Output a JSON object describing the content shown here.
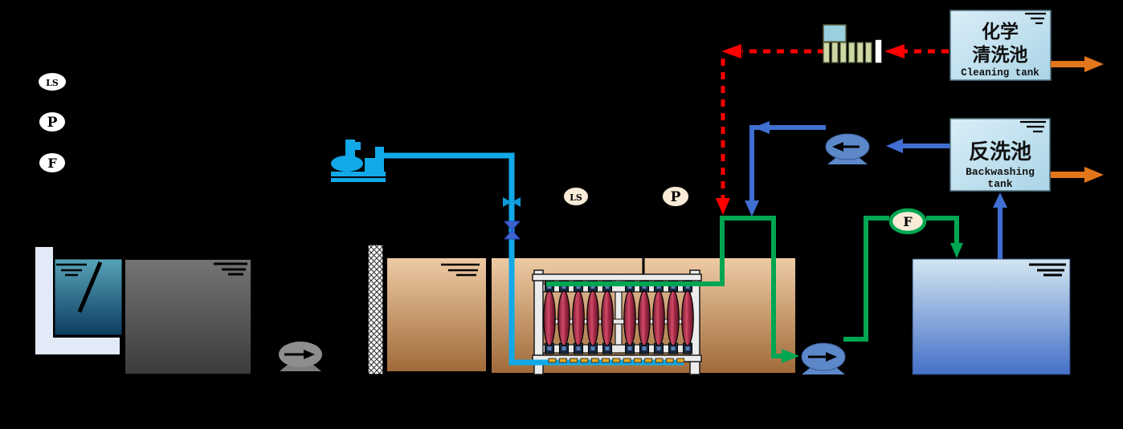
{
  "legend": {
    "items": [
      {
        "symbol": "LS"
      },
      {
        "symbol": "P"
      },
      {
        "symbol": "F"
      }
    ]
  },
  "instruments": {
    "level_switch": "LS",
    "pressure_gauge": "P",
    "flow_meter": "F"
  },
  "tanks": {
    "cleaning_tank": {
      "name_zh_line1": "化学",
      "name_zh_line2": "清洗池",
      "name_en": "Cleaning tank"
    },
    "backwashing_tank": {
      "name_zh": "反洗池",
      "name_en_line1": "Backwashing",
      "name_en_line2": "tank"
    }
  },
  "colors": {
    "background": "#000000",
    "permeate_line": "#00a651",
    "backwash_line": "#3f6fd0",
    "chemical_line": "#ff0000",
    "air_line": "#12a9e8",
    "effluent_arrow": "#e2761b",
    "membrane": "#a32847",
    "mbr_tank_top": "#eecaa4",
    "mbr_tank_bottom": "#a06b3a",
    "clear_water_tank_bottom": "#4470c8",
    "cleaning_tank_fill": "#cfe9f4"
  }
}
